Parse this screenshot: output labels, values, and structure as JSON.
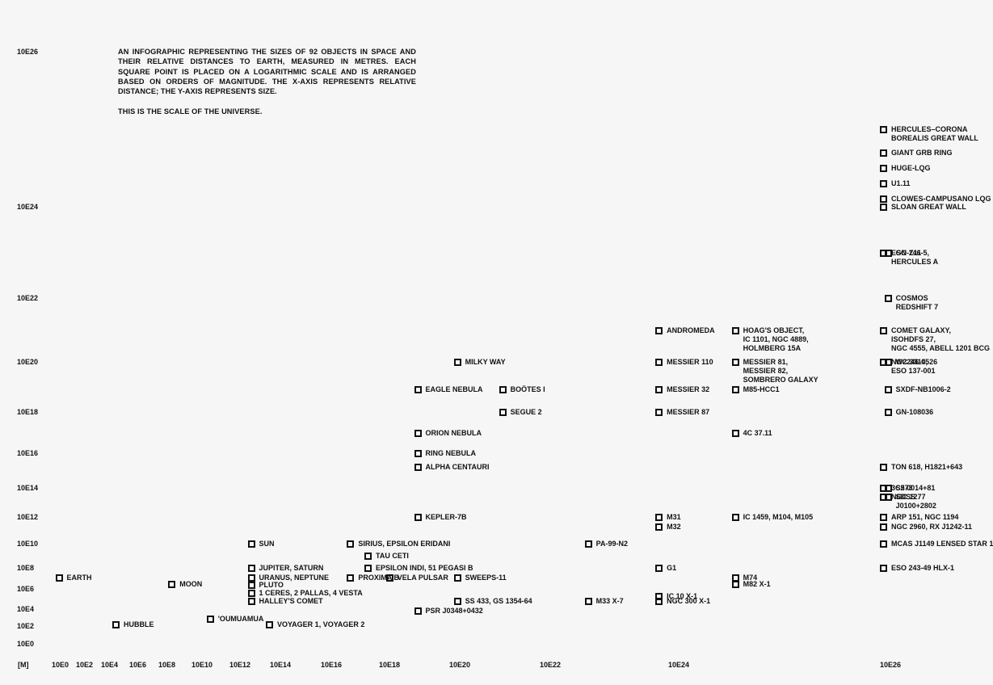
{
  "chart_data": {
    "type": "scatter",
    "title": "",
    "description": [
      "AN INFOGRAPHIC REPRESENTING THE SIZES OF 92 OBJECTS IN SPACE AND THEIR RELATIVE DISTANCES TO EARTH, MEASURED IN METRES. EACH SQUARE POINT IS PLACED ON A LOGARITHMIC SCALE AND IS ARRANGED BASED ON ORDERS OF MAGNITUDE. THE X-AXIS REPRESENTS RELATIVE DISTANCE; THE Y-AXIS REPRESENTS SIZE.",
      "THIS IS THE SCALE OF THE UNIVERSE."
    ],
    "xlabel": "",
    "ylabel": "",
    "unit_label": "[M]",
    "x_scale": "log",
    "y_scale": "log",
    "grid": false,
    "x_ticks": [
      "10E0",
      "10E2",
      "10E4",
      "10E6",
      "10E8",
      "10E10",
      "10E12",
      "10E14",
      "10E16",
      "10E18",
      "10E20",
      "10E22",
      "10E24",
      "10E26"
    ],
    "y_ticks": [
      "10E26",
      "10E24",
      "10E22",
      "10E20",
      "10E18",
      "10E16",
      "10E14",
      "10E12",
      "10E10",
      "10E8",
      "10E6",
      "10E4",
      "10E2",
      "10E0"
    ],
    "points": [
      {
        "label": "EARTH",
        "x": 0.3,
        "y": 7.1
      },
      {
        "label": "HUBBLE",
        "x": 4.8,
        "y": 2.2
      },
      {
        "label": "MOON",
        "x": 8.6,
        "y": 6.5
      },
      {
        "label": "'OUMUAMUA",
        "x": 10.8,
        "y": 2.9
      },
      {
        "label": "SUN",
        "x": 12.9,
        "y": 10.0
      },
      {
        "label": "JUPITER, SATURN",
        "x": 12.9,
        "y": 8.0
      },
      {
        "label": "URANUS, NEPTUNE",
        "x": 12.9,
        "y": 7.1
      },
      {
        "label": "PLUTO",
        "x": 12.9,
        "y": 6.4
      },
      {
        "label": "1 CERES, 2 PALLAS, 4 VESTA",
        "x": 12.9,
        "y": 5.6
      },
      {
        "label": "HALLEY'S COMET",
        "x": 12.9,
        "y": 4.8
      },
      {
        "label": "VOYAGER 1, VOYAGER 2",
        "x": 13.8,
        "y": 2.2
      },
      {
        "label": "SIRIUS, EPSILON ERIDANI",
        "x": 16.9,
        "y": 10.0
      },
      {
        "label": "TAU CETI",
        "x": 17.5,
        "y": 9.0
      },
      {
        "label": "EPSILON INDI, 51 PEGASI B",
        "x": 17.5,
        "y": 8.0
      },
      {
        "label": "PROXIMA B",
        "x": 16.9,
        "y": 7.1
      },
      {
        "label": "VELA PULSAR",
        "x": 18.2,
        "y": 7.1
      },
      {
        "label": "SWEEPS-11",
        "x": 20.1,
        "y": 7.1
      },
      {
        "label": "PSR J0348+0432",
        "x": 19.0,
        "y": 3.8
      },
      {
        "label": "EAGLE NEBULA",
        "x": 19.0,
        "y": 18.9
      },
      {
        "label": "ORION NEBULA",
        "x": 19.0,
        "y": 17.0
      },
      {
        "label": "RING NEBULA",
        "x": 19.0,
        "y": 16.0
      },
      {
        "label": "ALPHA CENTAURI",
        "x": 19.0,
        "y": 15.2
      },
      {
        "label": "KEPLER-7B",
        "x": 19.0,
        "y": 12.0
      },
      {
        "label": "MILKY WAY",
        "x": 20.1,
        "y": 20.0
      },
      {
        "label": "BOÖTES I",
        "x": 21.1,
        "y": 18.9
      },
      {
        "label": "SEGUE 2",
        "x": 21.1,
        "y": 18.0
      },
      {
        "label": "SS 433, GS 1354-64",
        "x": 20.1,
        "y": 4.8
      },
      {
        "label": "PA-99-N2",
        "x": 22.7,
        "y": 10.0
      },
      {
        "label": "M33 X-7",
        "x": 22.7,
        "y": 4.8
      },
      {
        "label": "ANDROMEDA",
        "x": 23.8,
        "y": 21.0
      },
      {
        "label": "MESSIER 110",
        "x": 23.8,
        "y": 20.0
      },
      {
        "label": "MESSIER 32",
        "x": 23.8,
        "y": 18.9
      },
      {
        "label": "MESSIER 87",
        "x": 23.8,
        "y": 18.0
      },
      {
        "label": "M31",
        "x": 23.8,
        "y": 12.0
      },
      {
        "label": "M32",
        "x": 23.8,
        "y": 11.3
      },
      {
        "label": "G1",
        "x": 23.8,
        "y": 8.0
      },
      {
        "label": "IC 10 X-1",
        "x": 23.8,
        "y": 5.3
      },
      {
        "label": "NGC 300 X-1",
        "x": 23.8,
        "y": 4.8
      },
      {
        "label": "HOAG'S OBJECT,\nIC 1101, NGC 4889,\nHOLMBERG 15A",
        "x": 24.6,
        "y": 21.0
      },
      {
        "label": "MESSIER 81,\nMESSIER 82,\nSOMBRERO GALAXY",
        "x": 24.6,
        "y": 20.0
      },
      {
        "label": "M85-HCC1",
        "x": 24.6,
        "y": 18.9
      },
      {
        "label": "4C 37.11",
        "x": 24.6,
        "y": 17.0
      },
      {
        "label": "IC 1459, M104, M105",
        "x": 24.6,
        "y": 12.0
      },
      {
        "label": "M74",
        "x": 24.6,
        "y": 7.1
      },
      {
        "label": "M82 X-1",
        "x": 24.6,
        "y": 6.5
      },
      {
        "label": "HERCULES–CORONA\nBOREALIS GREAT WALL",
        "x": 26.0,
        "y": 25.0
      },
      {
        "label": "GIANT GRB RING",
        "x": 26.0,
        "y": 24.7
      },
      {
        "label": "HUGE-LQG",
        "x": 26.0,
        "y": 24.5
      },
      {
        "label": "U1.11",
        "x": 26.0,
        "y": 24.3
      },
      {
        "label": "CLOWES-CAMPUSANO LQG",
        "x": 26.0,
        "y": 24.1
      },
      {
        "label": "SLOAN GREAT WALL",
        "x": 26.0,
        "y": 24.0
      },
      {
        "label": "ESO 146-5,\nHERCULES A",
        "x": 26.0,
        "y": 23.0
      },
      {
        "label": "COMET GALAXY,\nISOHDFS 27,\nNGC 4555, ABELL 1201 BCG",
        "x": 26.0,
        "y": 21.0
      },
      {
        "label": "NGC 3314,\nESO 137-001",
        "x": 26.0,
        "y": 20.0
      },
      {
        "label": "TON 618, H1821+643",
        "x": 26.0,
        "y": 15.2
      },
      {
        "label": "3C273",
        "x": 26.0,
        "y": 14.0
      },
      {
        "label": "NGC 1277",
        "x": 26.0,
        "y": 13.4
      },
      {
        "label": "ARP 151, NGC 1194",
        "x": 26.0,
        "y": 12.0
      },
      {
        "label": "NGC 2960, RX J1242-11",
        "x": 26.0,
        "y": 11.3
      },
      {
        "label": "MCAS J1149 LENSED STAR 1",
        "x": 26.0,
        "y": 10.0
      },
      {
        "label": "ESO 243-49 HLX-1",
        "x": 26.0,
        "y": 8.0
      },
      {
        "label": "GN-Z11",
        "x": 26.8,
        "y": 23.0
      },
      {
        "label": "COSMOS\nREDSHIFT 7",
        "x": 26.8,
        "y": 22.0
      },
      {
        "label": "W2246-0526",
        "x": 26.8,
        "y": 20.0
      },
      {
        "label": "SXDF-NB1006-2",
        "x": 26.8,
        "y": 18.9
      },
      {
        "label": "GN-108036",
        "x": 26.8,
        "y": 18.0
      },
      {
        "label": "S5 0014+81",
        "x": 26.8,
        "y": 14.0
      },
      {
        "label": "SDSS\nJ0100+2802",
        "x": 26.8,
        "y": 13.4
      }
    ]
  }
}
